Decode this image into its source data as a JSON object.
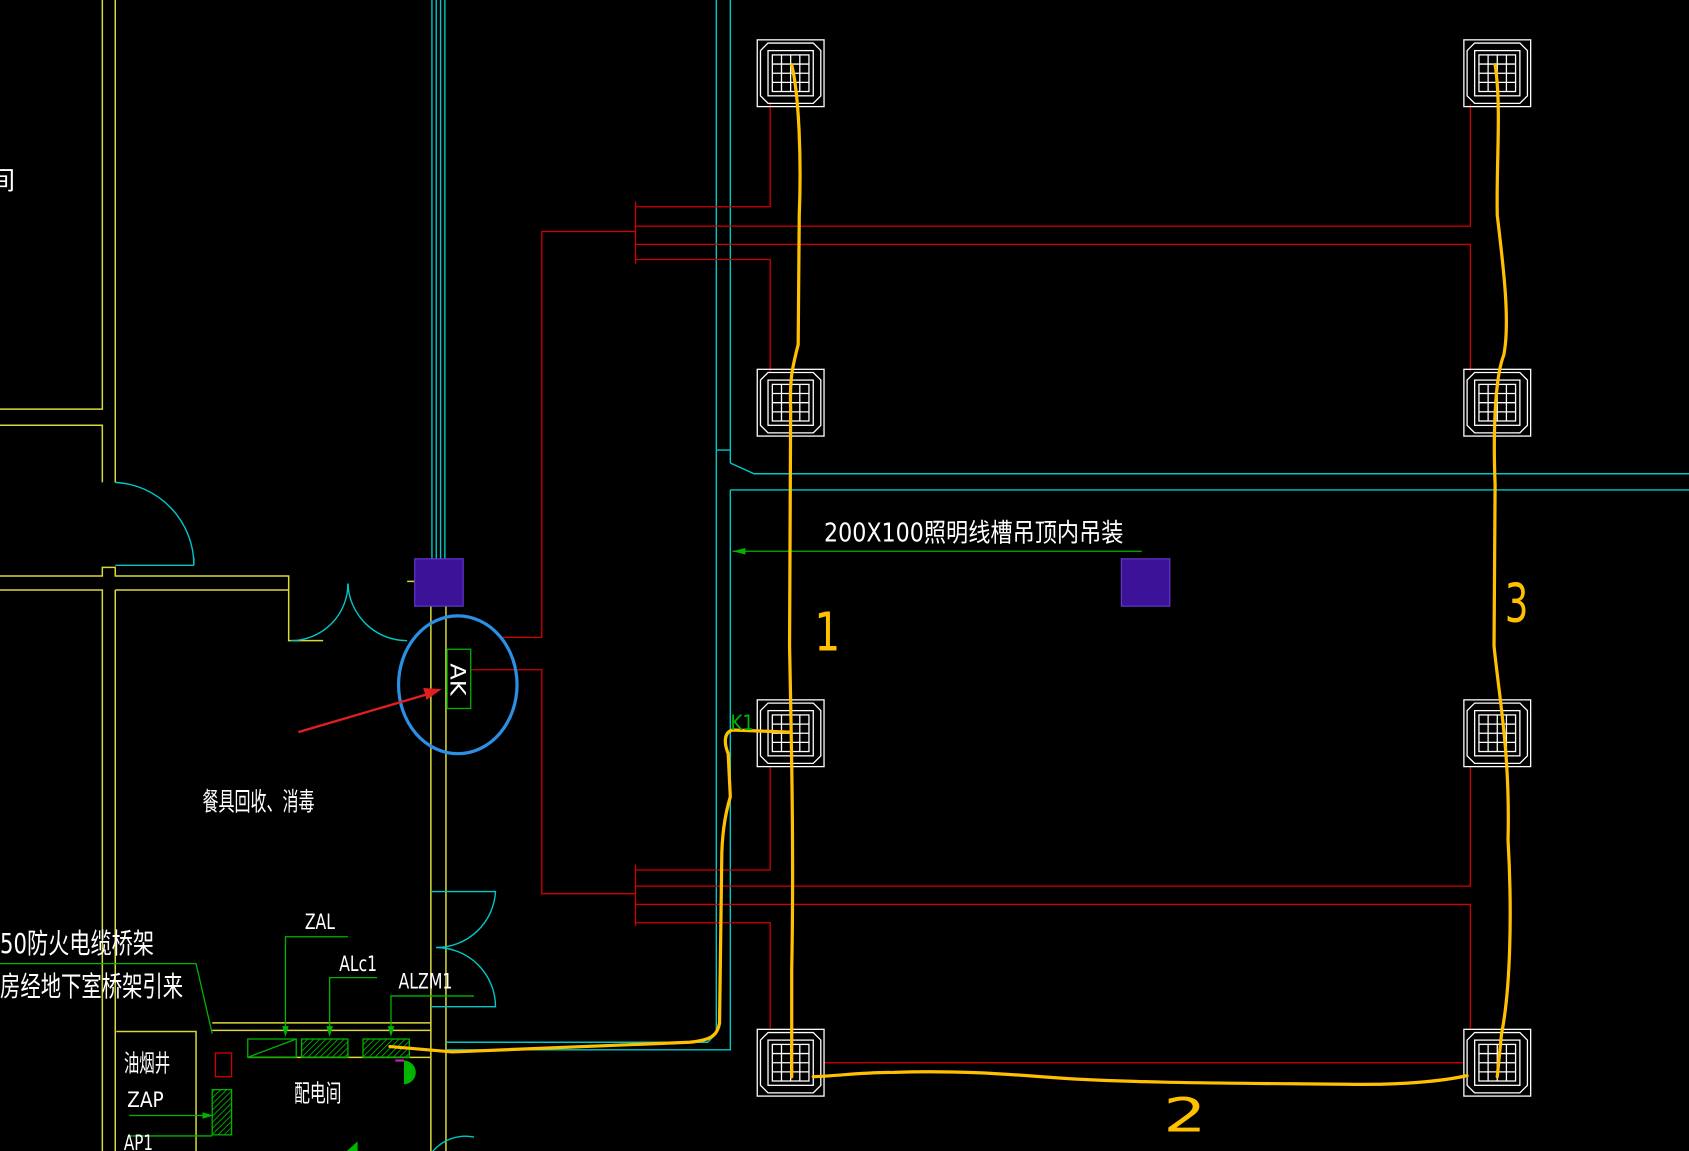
{
  "labels": {
    "room_partial": "间",
    "tray_spec": "200X100照明线槽吊顶内吊装",
    "room_dish": "餐具回收、消毒",
    "panel_ak": "AK",
    "switch_k1": "K1",
    "circuit_zal": "ZAL",
    "circuit_alc1": "ALc1",
    "circuit_alzm1": "ALZM1",
    "fire_tray": "50防火电缆桥架",
    "tray_source": "房经地下室桥架引来",
    "shaft": "油烟井",
    "circuit_zap": "ZAP",
    "circuit_ap1": "AP1",
    "room_power": "配电间"
  },
  "annotations": {
    "mark_1": "1",
    "mark_2": "2",
    "mark_3": "3"
  },
  "icons": {
    "fixture": "ceiling-cassette-unit-icon",
    "junction": "junction-box-icon"
  },
  "colors": {
    "bg": "#000000",
    "wall": "#d8d83a",
    "partition": "#00c8c8",
    "wiring": "#d40000",
    "leader": "#00b400",
    "fixture": "#ffffff",
    "markup": "#ffc000",
    "circle": "#2b8fe6",
    "box": "#3b1298",
    "text": "#ffffff"
  }
}
